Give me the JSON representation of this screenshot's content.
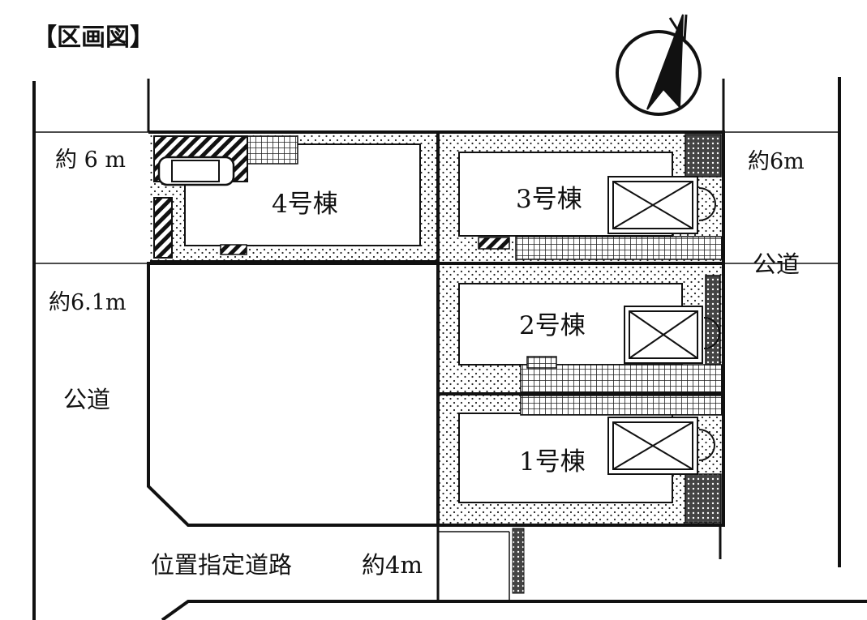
{
  "title": "【区画図】",
  "compass": {
    "label": "N",
    "icon": "north-arrow-icon"
  },
  "buildings": [
    {
      "id": 4,
      "label": "4号棟"
    },
    {
      "id": 3,
      "label": "3号棟"
    },
    {
      "id": 2,
      "label": "2号棟"
    },
    {
      "id": 1,
      "label": "1号棟"
    }
  ],
  "roads": {
    "west": {
      "name": "公道",
      "width_top": "約 6 m",
      "width_bottom": "約6.1m"
    },
    "east": {
      "name": "公道",
      "width": "約6m"
    },
    "south": {
      "name": "位置指定道路",
      "width": "約4m"
    }
  },
  "colors": {
    "line": "#111111",
    "background": "#ffffff"
  }
}
